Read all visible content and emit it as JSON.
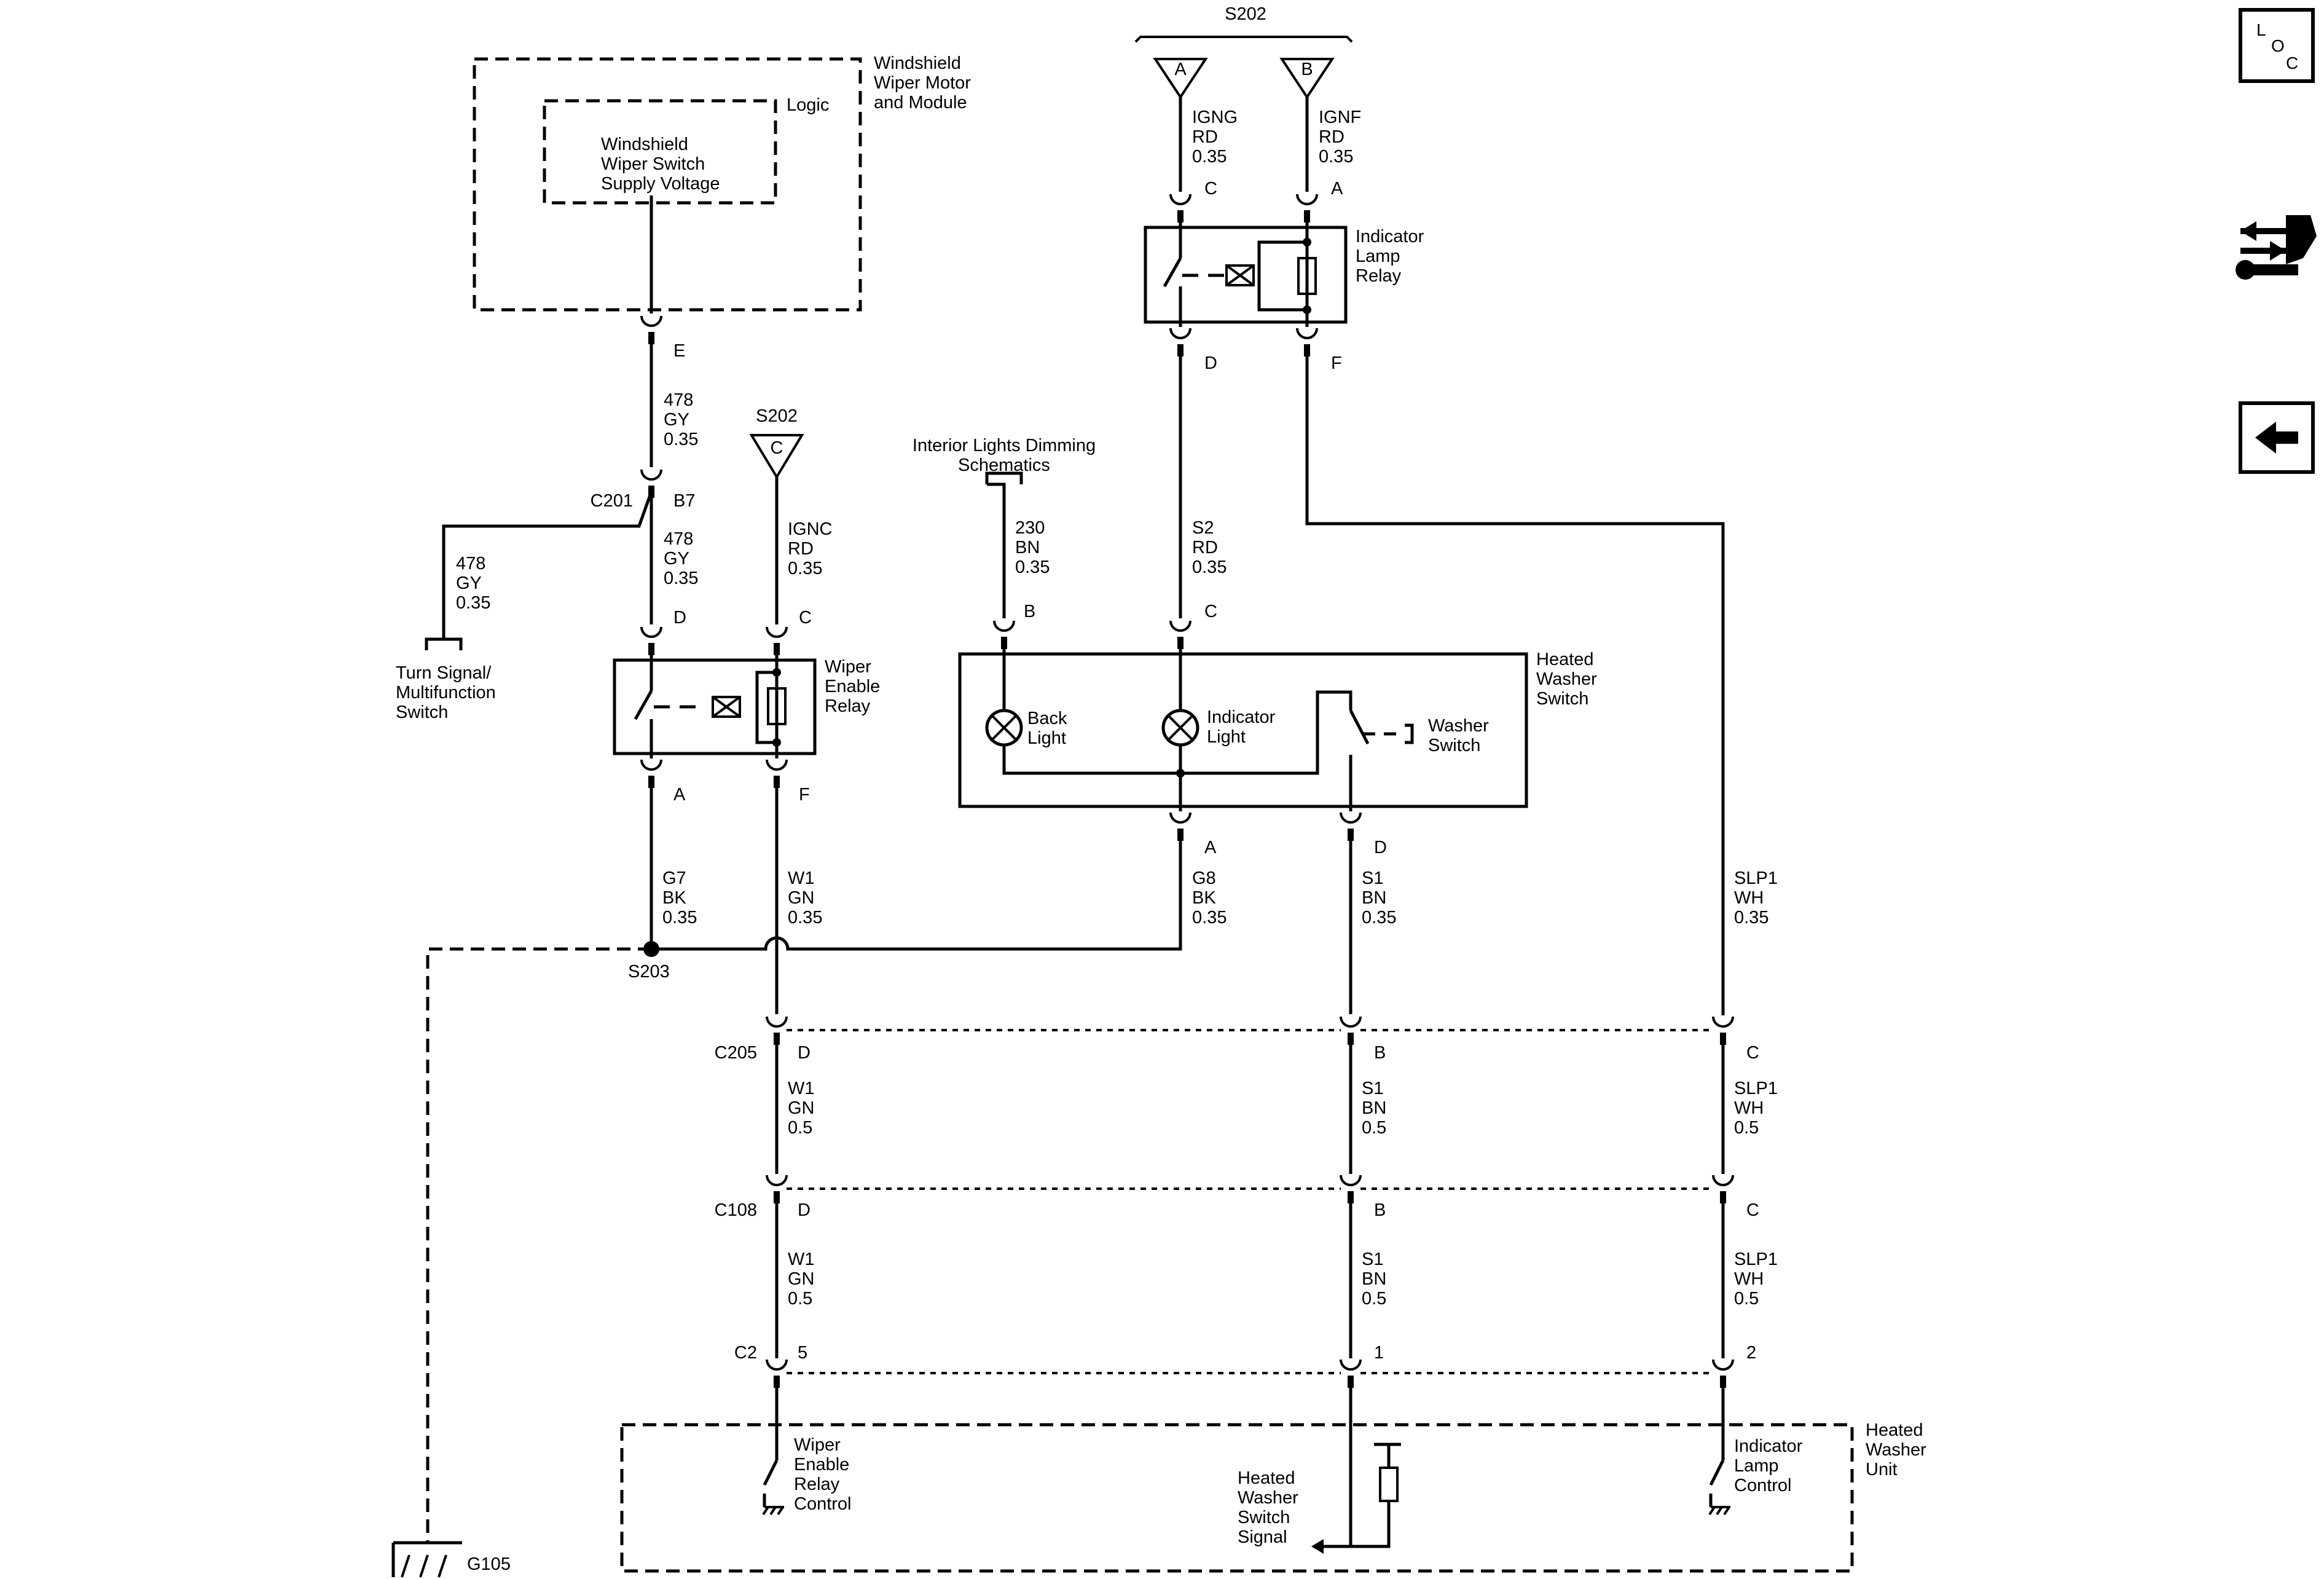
{
  "nav": {
    "loc_l": "L",
    "loc_o": "O",
    "loc_c": "C"
  },
  "top_splice": {
    "label": "S202",
    "pin_a": "A",
    "pin_b": "B",
    "wire_a": [
      "IGNG",
      "RD",
      "0.35"
    ],
    "wire_b": [
      "IGNF",
      "RD",
      "0.35"
    ],
    "pin_c_label": "C",
    "pin_a_label": "A"
  },
  "indicator_relay": {
    "label": [
      "Indicator",
      "Lamp",
      "Relay"
    ],
    "pin_d": "D",
    "pin_f": "F"
  },
  "wiper_module": {
    "label": [
      "Windshield",
      "Wiper Motor",
      "and Module"
    ],
    "logic_label": "Logic",
    "inner_label": [
      "Windshield",
      "Wiper Switch",
      "Supply Voltage"
    ],
    "pin_e": "E"
  },
  "wire_478_top": [
    "478",
    "GY",
    "0.35"
  ],
  "c201": {
    "label": "C201",
    "pin": "B7"
  },
  "wire_478_mid": [
    "478",
    "GY",
    "0.35"
  ],
  "wire_478_left": [
    "478",
    "GY",
    "0.35"
  ],
  "turn_signal": [
    "Turn Signal/",
    "Multifunction",
    "Switch"
  ],
  "s202_c": {
    "label": "S202",
    "pin": "C",
    "wire": [
      "IGNC",
      "RD",
      "0.35"
    ]
  },
  "wiper_relay": {
    "label": [
      "Wiper",
      "Enable",
      "Relay"
    ],
    "pin_d": "D",
    "pin_c": "C",
    "pin_a": "A",
    "pin_f": "F"
  },
  "interior_lights": [
    "Interior Lights Dimming",
    "Schematics"
  ],
  "wire_230": [
    "230",
    "BN",
    "0.35"
  ],
  "wire_s2": [
    "S2",
    "RD",
    "0.35"
  ],
  "heated_switch": {
    "label": [
      "Heated",
      "Washer",
      "Switch"
    ],
    "pin_b": "B",
    "pin_c": "C",
    "pin_a": "A",
    "pin_d": "D",
    "back_light": [
      "Back",
      "Light"
    ],
    "indicator_light": [
      "Indicator",
      "Light"
    ],
    "washer_switch": [
      "Washer",
      "Switch"
    ]
  },
  "wire_g7": [
    "G7",
    "BK",
    "0.35"
  ],
  "wire_w1a": [
    "W1",
    "GN",
    "0.35"
  ],
  "wire_g8": [
    "G8",
    "BK",
    "0.35"
  ],
  "wire_s1a": [
    "S1",
    "BN",
    "0.35"
  ],
  "wire_slp1a": [
    "SLP1",
    "WH",
    "0.35"
  ],
  "s203": "S203",
  "c205": {
    "label": "C205",
    "pin_d": "D",
    "pin_b": "B",
    "pin_c": "C"
  },
  "wire_w1b": [
    "W1",
    "GN",
    "0.5"
  ],
  "wire_s1b": [
    "S1",
    "BN",
    "0.5"
  ],
  "wire_slp1b": [
    "SLP1",
    "WH",
    "0.5"
  ],
  "c108": {
    "label": "C108",
    "pin_d": "D",
    "pin_b": "B",
    "pin_c": "C"
  },
  "wire_w1c": [
    "W1",
    "GN",
    "0.5"
  ],
  "wire_s1c": [
    "S1",
    "BN",
    "0.5"
  ],
  "wire_slp1c": [
    "SLP1",
    "WH",
    "0.5"
  ],
  "c2": {
    "label": "C2",
    "pin_5": "5",
    "pin_1": "1",
    "pin_2": "2"
  },
  "heated_unit": {
    "label": [
      "Heated",
      "Washer",
      "Unit"
    ],
    "wiper_ctrl": [
      "Wiper",
      "Enable",
      "Relay",
      "Control"
    ],
    "switch_signal": [
      "Heated",
      "Washer",
      "Switch",
      "Signal"
    ],
    "lamp_ctrl": [
      "Indicator",
      "Lamp",
      "Control"
    ]
  },
  "g105": "G105"
}
